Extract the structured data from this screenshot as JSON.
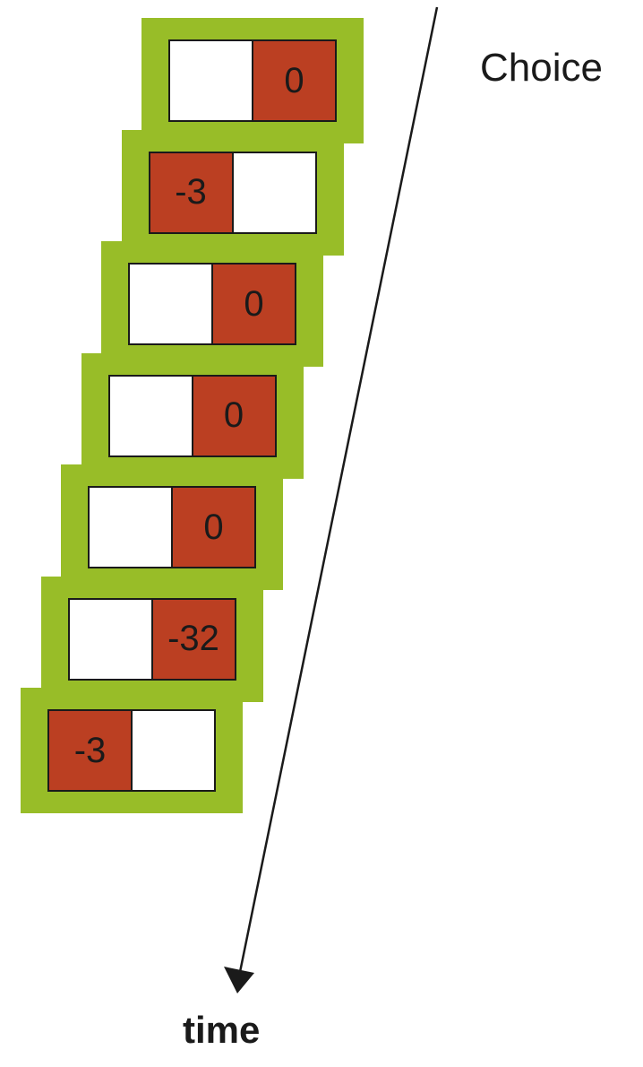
{
  "labels": {
    "choice": "Choice",
    "time": "time"
  },
  "colors": {
    "frame": "#98bd28",
    "selected_card": "#bb3f22",
    "unselected_card": "#ffffff",
    "outline": "#1a1a1a"
  },
  "trials": [
    {
      "selected": "right",
      "value": "0"
    },
    {
      "selected": "left",
      "value": "-3"
    },
    {
      "selected": "right",
      "value": "0"
    },
    {
      "selected": "right",
      "value": "0"
    },
    {
      "selected": "right",
      "value": "0"
    },
    {
      "selected": "right",
      "value": "-32"
    },
    {
      "selected": "left",
      "value": "-3"
    }
  ]
}
